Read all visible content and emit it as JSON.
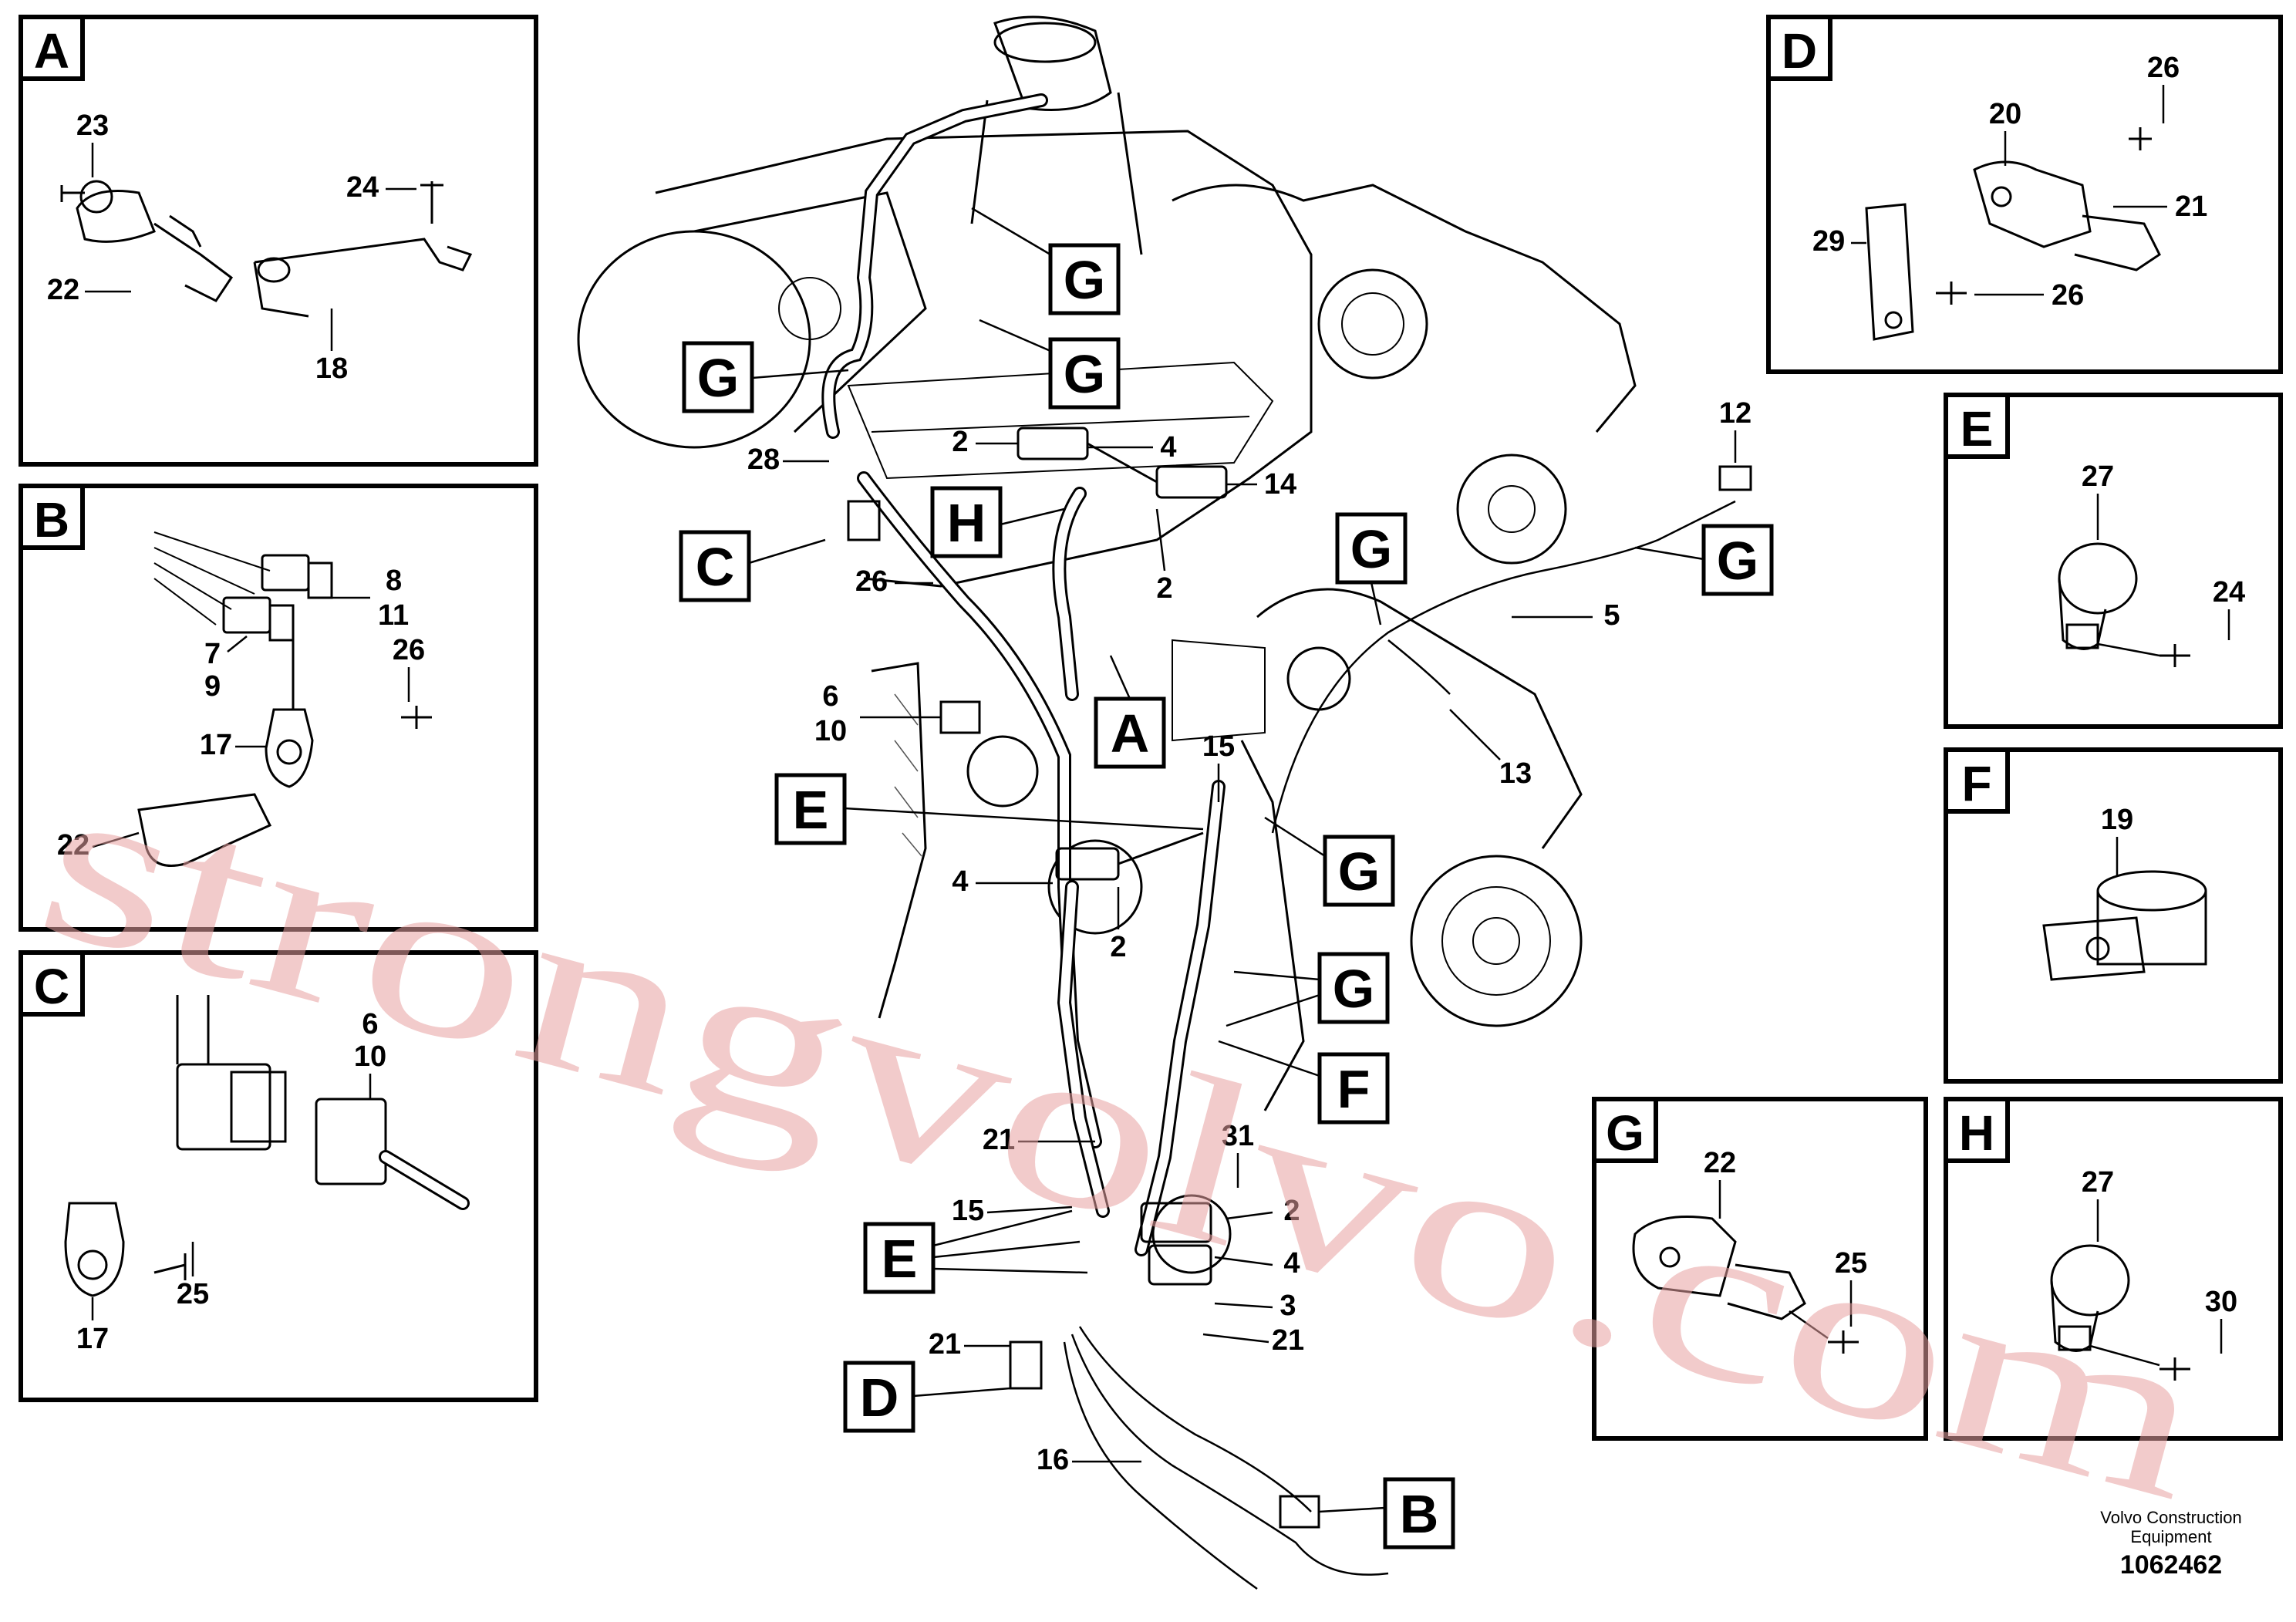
{
  "panels": {
    "A": {
      "letter": "A",
      "labels": [
        "23",
        "24",
        "22",
        "18"
      ]
    },
    "B": {
      "letter": "B",
      "labels": [
        "8",
        "11",
        "7",
        "9",
        "26",
        "17",
        "22"
      ]
    },
    "C": {
      "letter": "C",
      "labels": [
        "6",
        "10",
        "25",
        "17"
      ]
    },
    "D": {
      "letter": "D",
      "labels": [
        "26",
        "20",
        "21",
        "29",
        "26"
      ]
    },
    "E": {
      "letter": "E",
      "labels": [
        "27",
        "24"
      ]
    },
    "F": {
      "letter": "F",
      "labels": [
        "19"
      ]
    },
    "G": {
      "letter": "G",
      "labels": [
        "22",
        "25"
      ]
    },
    "H": {
      "letter": "H",
      "labels": [
        "27",
        "30"
      ]
    }
  },
  "main": {
    "callouts": [
      "G",
      "G",
      "G",
      "C",
      "H",
      "G",
      "G",
      "A",
      "E",
      "G",
      "G",
      "F",
      "E",
      "D",
      "B"
    ],
    "numbers": [
      "28",
      "2",
      "4",
      "14",
      "26",
      "2",
      "6",
      "10",
      "12",
      "5",
      "13",
      "15",
      "4",
      "2",
      "21",
      "31",
      "15",
      "2",
      "4",
      "3",
      "21",
      "21",
      "16"
    ]
  },
  "watermark": "strongvolvo.com",
  "footer": {
    "company": "Volvo Construction",
    "company2": "Equipment",
    "doc_number": "1062462"
  }
}
